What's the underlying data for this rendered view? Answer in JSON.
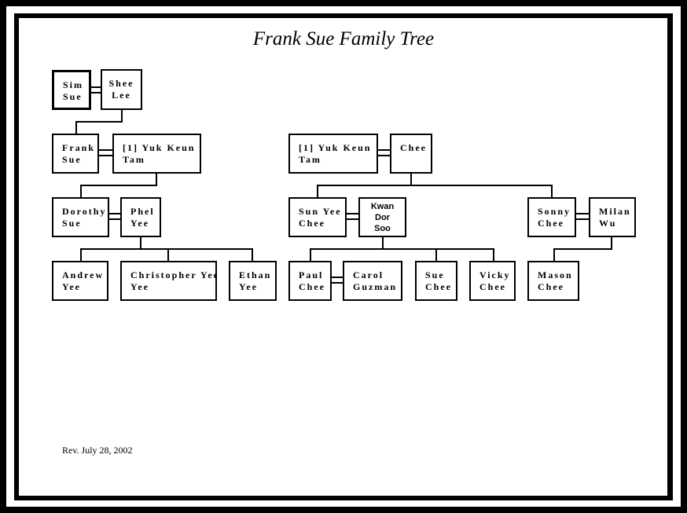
{
  "title": "Frank Sue Family Tree",
  "revision": "Rev. July 28, 2002",
  "people": {
    "sim_sue": "Sim\nSue",
    "shee_lee": "Shee\nLee",
    "frank_sue": "Frank\nSue",
    "yuk_keun_tam_1": "[1] Yuk Keun\nTam",
    "yuk_keun_tam_2": "[1] Yuk Keun\nTam",
    "chee": "Chee",
    "dorothy_sue": "Dorothy\nSue",
    "phel_yee": "Phel\nYee",
    "sun_yee_chee": "Sun Yee\nChee",
    "kwan_dor_soo": "Kwan\nDor\nSoo",
    "sonny_chee": "Sonny\nChee",
    "milan_wu": "Milan\nWu",
    "andrew_yee": "Andrew\nYee",
    "christopher_yee": "Christopher Yee\nYee",
    "ethan_yee": "Ethan\nYee",
    "paul_chee": "Paul\nChee",
    "carol_guzman": "Carol\nGuzman",
    "sue_chee": "Sue\nChee",
    "vicky_chee": "Vicky\nChee",
    "mason_chee": "Mason\nChee"
  }
}
